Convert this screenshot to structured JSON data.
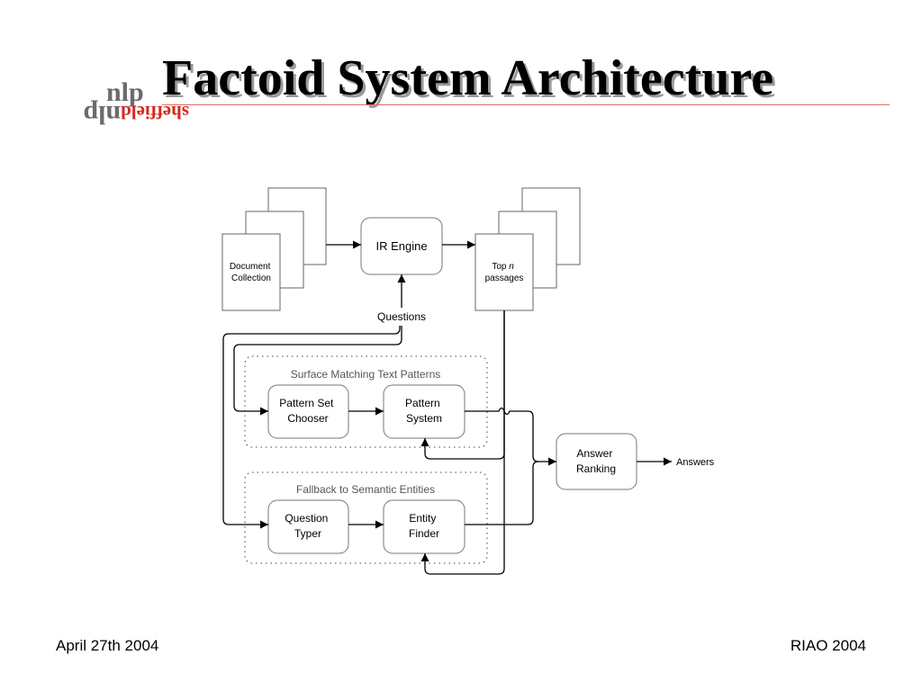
{
  "slide": {
    "title": "Factoid System Architecture",
    "logo": {
      "nlp_text": "nlp",
      "sheffield_text": "sheffield",
      "brand_color_red": "#d42a1f",
      "brand_color_gray": "#6b6b6b"
    },
    "footer_left": "April 27th 2004",
    "footer_right": "RIAO 2004"
  },
  "diagram": {
    "document_collection": "Document Collection",
    "document_collection_lines": [
      "Document",
      "Collection"
    ],
    "ir_engine": "IR Engine",
    "top_passages_lines": [
      "Top ",
      "n",
      "passages"
    ],
    "questions": "Questions",
    "surface_group_label": "Surface Matching Text Patterns",
    "pattern_set_chooser_lines": [
      "Pattern Set",
      "Chooser"
    ],
    "pattern_system_lines": [
      "Pattern",
      "System"
    ],
    "fallback_group_label": "Fallback to Semantic Entities",
    "question_typer_lines": [
      "Question",
      "Typer"
    ],
    "entity_finder_lines": [
      "Entity",
      "Finder"
    ],
    "answer_ranking_lines": [
      "Answer",
      "Ranking"
    ],
    "answers": "Answers"
  }
}
